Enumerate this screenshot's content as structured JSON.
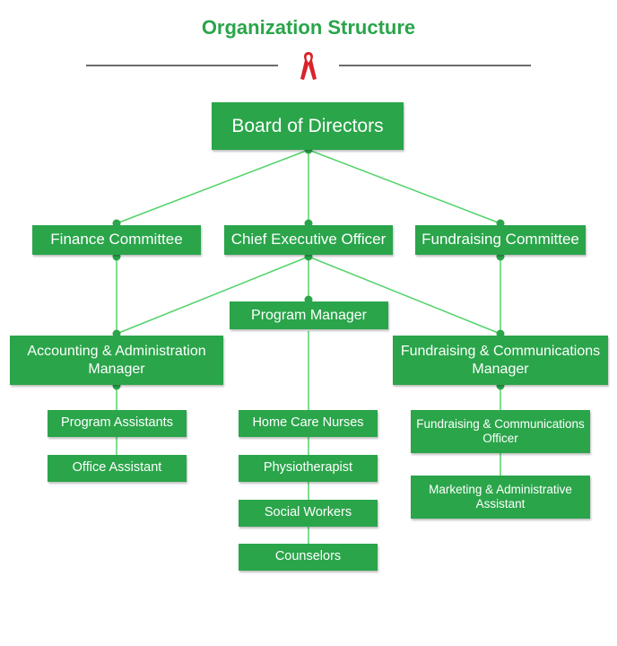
{
  "title": "Organization Structure",
  "icon": "red-ribbon-icon",
  "colors": {
    "node": "#2aa54a",
    "line": "#52d36a",
    "title": "#2aa54a",
    "ribbon": "#d8232a",
    "rule": "#6b6b6b"
  },
  "nodes": {
    "board": "Board of Directors",
    "finance": "Finance Committee",
    "ceo": "Chief Executive Officer",
    "fundraising_committee": "Fundraising Committee",
    "program_manager": "Program Manager",
    "accounting_manager": "Accounting & Administration Manager",
    "fundraising_manager": "Fundraising & Communications Manager",
    "program_assistants": "Program Assistants",
    "office_assistant": "Office Assistant",
    "home_care_nurses": "Home Care Nurses",
    "physiotherapist": "Physiotherapist",
    "social_workers": "Social Workers",
    "counselors": "Counselors",
    "fundraising_officer": "Fundraising & Communications Officer",
    "marketing_assistant": "Marketing & Administrative Assistant"
  }
}
